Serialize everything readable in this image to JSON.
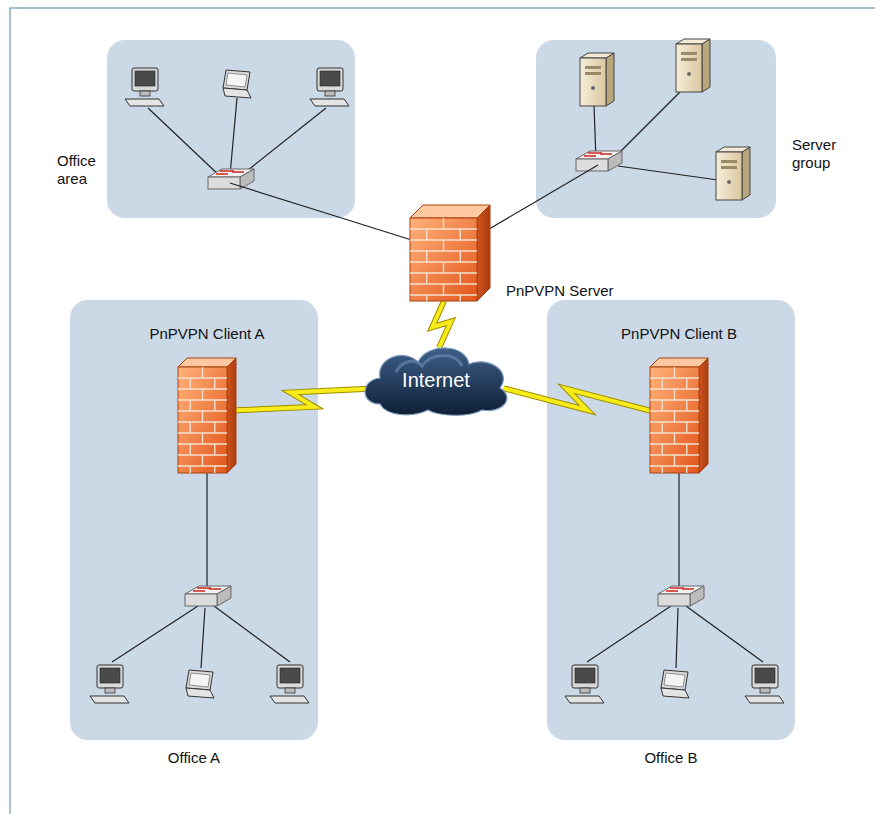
{
  "diagram": {
    "nodes": [
      {
        "text": [
          "Office area"
        ]
      },
      {
        "text": [
          "Server group"
        ]
      },
      {
        "text": [
          "PnPVPN Server"
        ]
      },
      {
        "text": [
          "Internet"
        ]
      },
      {
        "text": [
          "Office A"
        ]
      },
      {
        "text": [
          "PnPVPN Client A"
        ],
        "in": 4
      },
      {
        "text": [
          "Office B"
        ]
      },
      {
        "text": [
          "PnPVPN Client B"
        ],
        "in": 6
      }
    ],
    "edges": [
      {
        "from": 0,
        "to": 2,
        "arrow": "none"
      },
      {
        "from": 1,
        "to": 2,
        "arrow": "none"
      },
      {
        "from": 2,
        "to": 3,
        "arrow": "none"
      },
      {
        "from": 5,
        "to": 3,
        "arrow": "none"
      },
      {
        "from": 7,
        "to": 3,
        "arrow": "none"
      }
    ]
  }
}
